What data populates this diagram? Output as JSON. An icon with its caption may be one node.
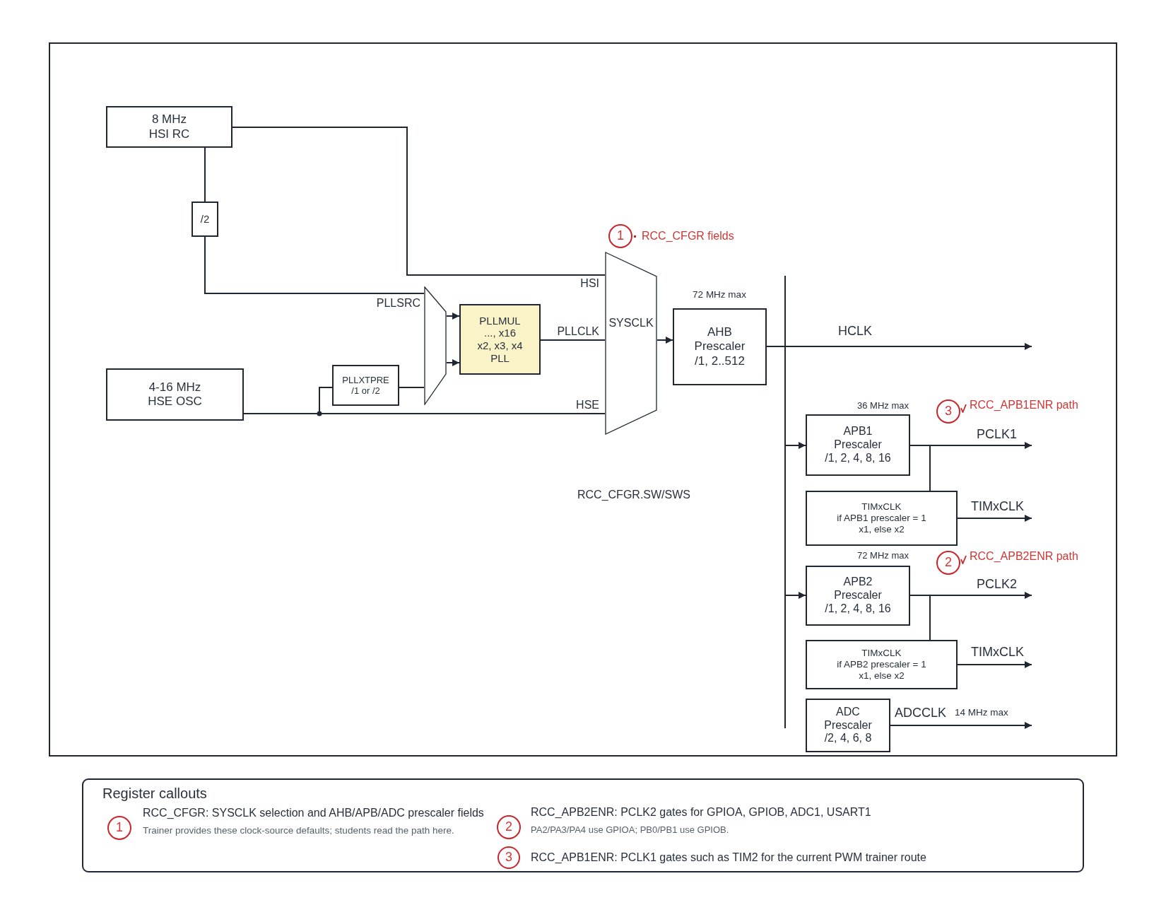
{
  "diagram": {
    "nodes": [
      {
        "text": [
          "8 MHz",
          "HSI RC"
        ]
      },
      {
        "text": [
          "/2"
        ]
      },
      {
        "text": [],
        "shape": "trapezoid"
      },
      {
        "text": [
          "PLLMUL",
          "..., x16",
          "x2, x3, x4",
          "PLL"
        ]
      },
      {
        "text": [
          "4-16 MHz",
          "HSE OSC"
        ]
      },
      {
        "text": [
          "PLLXTPRE",
          "/1 or /2"
        ]
      },
      {
        "text": [
          "1"
        ],
        "beside": [
          "RCC_CFGR fields"
        ]
      },
      {
        "text": [
          "SYSCLK"
        ]
      },
      {
        "text": [
          "AHB Prescaler",
          "/1, 2..512"
        ],
        "beside": [
          "72 MHz max"
        ]
      },
      {
        "text": [
          "3"
        ],
        "beside": [
          "RCC_APB1ENR path"
        ]
      },
      {
        "text": [
          "APB1 Prescaler",
          "/1, 2, 4, 8, 16"
        ],
        "beside": [
          "36 MHz max"
        ]
      },
      {
        "text": [
          "TIMxCLK",
          "if APB1 prescaler = 1",
          "x1, else x2"
        ]
      },
      {
        "text": [
          "2"
        ],
        "beside": [
          "RCC_APB2ENR path"
        ]
      },
      {
        "text": [
          "APB2 Prescaler",
          "/1, 2, 4, 8, 16"
        ],
        "beside": [
          "72 MHz max"
        ]
      },
      {
        "text": [
          "TIMxCLK",
          "if APB2 prescaler = 1",
          "x1, else x2"
        ]
      },
      {
        "text": [
          "ADC Prescaler",
          "/2, 4, 6, 8"
        ]
      },
      {
        "text": [
          "Register callouts"
        ]
      },
      {
        "text": [
          "1"
        ],
        "in": 16,
        "beside": [
          "RCC_CFGR: SYSCLK selection and AHB/APB/ADC prescaler fields",
          "Trainer provides these clock-source defaults; students read the path here."
        ]
      },
      {
        "text": [
          "2"
        ],
        "in": 16,
        "beside": [
          "RCC_APB2ENR: PCLK2 gates for GPIOA, GPIOB, ADC1, USART1",
          "PA2/PA3/PA4 use GPIOA; PB0/PB1 use GPIOB."
        ]
      },
      {
        "text": [
          "3"
        ],
        "in": 16,
        "beside": [
          "RCC_APB1ENR: PCLK1 gates such as TIM2 for the current PWM trainer route"
        ]
      }
    ],
    "edges": [
      {
        "from": 0,
        "to": 1,
        "arrow": "none"
      },
      {
        "from": 0,
        "to": 7,
        "arrow": "none",
        "label": "HSI"
      },
      {
        "from": 1,
        "to": 2,
        "arrow": "none"
      },
      {
        "from": 4,
        "to": 5,
        "arrow": "none"
      },
      {
        "from": 4,
        "to": 7,
        "arrow": "none",
        "label": "HSE"
      },
      {
        "from": 5,
        "to": 2,
        "arrow": "none"
      },
      {
        "from": 2,
        "to": 3,
        "arrow": "to"
      },
      {
        "from": 2,
        "to": 3,
        "arrow": "to"
      },
      {
        "from": 3,
        "to": 7,
        "arrow": "none",
        "label": "PLLCLK"
      },
      {
        "from": 7,
        "to": 8,
        "arrow": "to"
      },
      {
        "from": 8,
        "to": null,
        "arrow": "to",
        "label": "HCLK"
      },
      {
        "from": 8,
        "to": 10,
        "arrow": "to"
      },
      {
        "from": 8,
        "to": 13,
        "arrow": "to"
      },
      {
        "from": 10,
        "to": null,
        "arrow": "to",
        "label": "PCLK1"
      },
      {
        "from": 10,
        "to": 11,
        "arrow": "none"
      },
      {
        "from": 11,
        "to": null,
        "arrow": "to",
        "label": "TIMxCLK"
      },
      {
        "from": 13,
        "to": null,
        "arrow": "to",
        "label": "PCLK2"
      },
      {
        "from": 13,
        "to": 14,
        "arrow": "none"
      },
      {
        "from": 14,
        "to": null,
        "arrow": "to",
        "label": "TIMxCLK"
      },
      {
        "from": 15,
        "to": null,
        "arrow": "to",
        "label": "ADCCLK"
      }
    ],
    "labels": [
      "PLLSRC",
      "RCC_CFGR.SW/SWS",
      "14 MHz max"
    ]
  }
}
